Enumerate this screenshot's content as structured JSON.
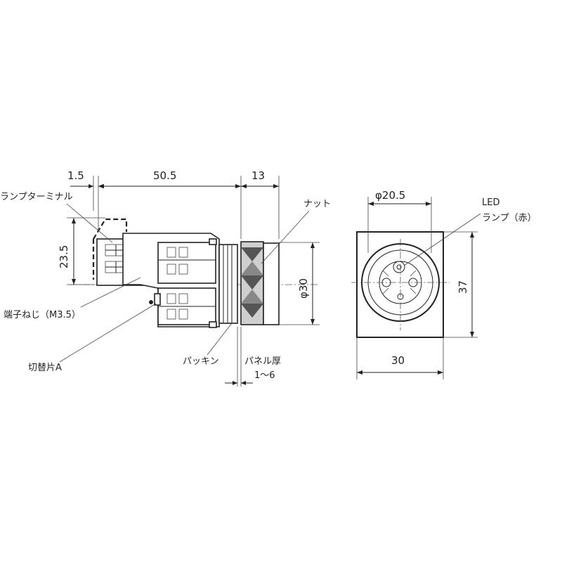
{
  "dimensions": {
    "terminal_offset": "1.5",
    "body_length": "50.5",
    "front_length": "13",
    "terminal_height": "23.5",
    "bezel_diameter": "φ30",
    "lens_diameter": "φ20.5",
    "front_height": "37",
    "front_width": "30"
  },
  "labels": {
    "lamp_terminal": "ランプターミナル",
    "nut": "ナット",
    "led_lamp_line1": "LED",
    "led_lamp_line2": "ランプ（赤）",
    "terminal_screw": "端子ねじ（M3.5）",
    "switching_piece": "切替片A",
    "packing": "パッキン",
    "panel_thickness_line1": "パネル厚",
    "panel_thickness_line2": "1～6"
  }
}
